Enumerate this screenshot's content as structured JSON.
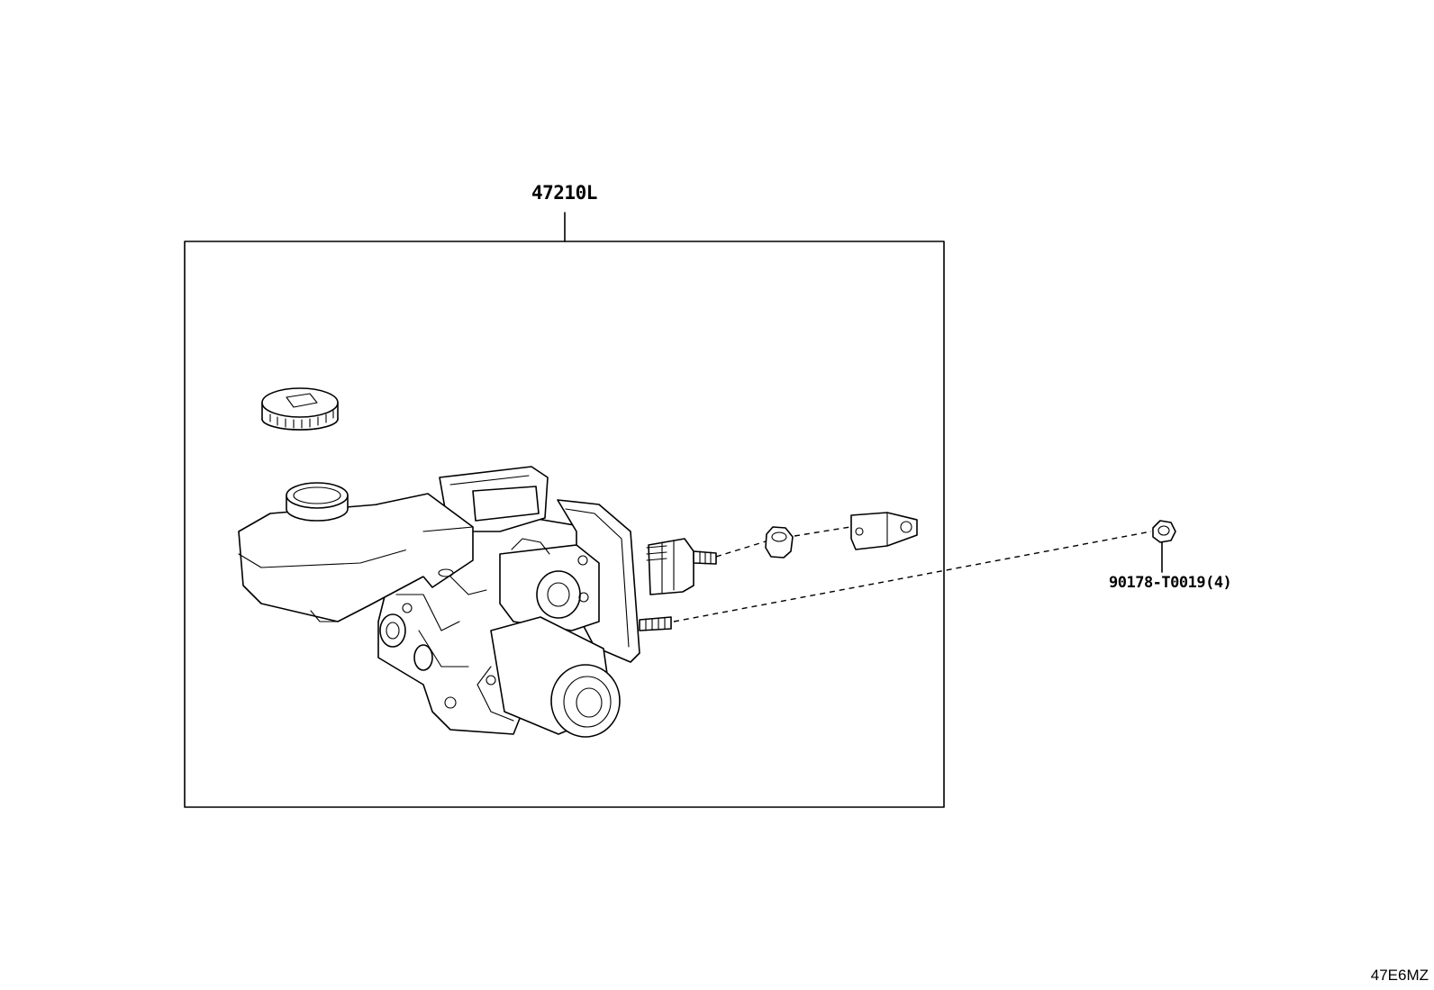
{
  "labels": {
    "main_assembly": "47210L",
    "mount_nut": "90178-T0019(4)"
  },
  "diagram_code": "47E6MZ"
}
